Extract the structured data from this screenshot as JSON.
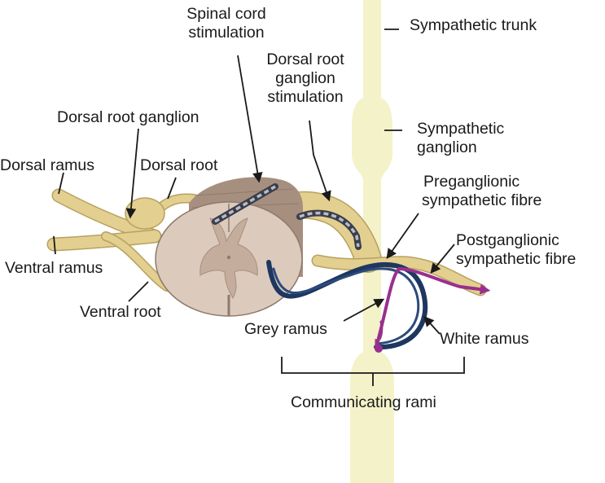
{
  "labels": {
    "spinal_cord_stimulation": [
      "Spinal cord",
      "stimulation"
    ],
    "sympathetic_trunk": "Sympathetic trunk",
    "drg_stimulation": [
      "Dorsal root",
      "ganglion",
      "stimulation"
    ],
    "dorsal_root_ganglion": "Dorsal root ganglion",
    "sympathetic_ganglion": [
      "Sympathetic",
      "ganglion"
    ],
    "preganglionic_fibre": [
      "Preganglionic",
      "sympathetic fibre"
    ],
    "dorsal_ramus": "Dorsal ramus",
    "dorsal_root": "Dorsal root",
    "postganglionic_fibre": [
      "Postganglionic",
      "sympathetic fibre"
    ],
    "ventral_ramus": "Ventral ramus",
    "ventral_root": "Ventral root",
    "grey_ramus": "Grey ramus",
    "white_ramus": "White ramus",
    "communicating_rami": "Communicating rami"
  },
  "colors": {
    "nerve": "#e3cf8f",
    "nerve_outline": "#b8a160",
    "trunk": "#f4f2c8",
    "cord_outer": "#a68f7f",
    "cord_grey_matter": "#c4ad9c",
    "cord_white_matter": "#dccbbd",
    "fibre_blue": "#2c4a7c",
    "fibre_purple": "#9a2f8e",
    "electrode": "#3a3d4a"
  }
}
